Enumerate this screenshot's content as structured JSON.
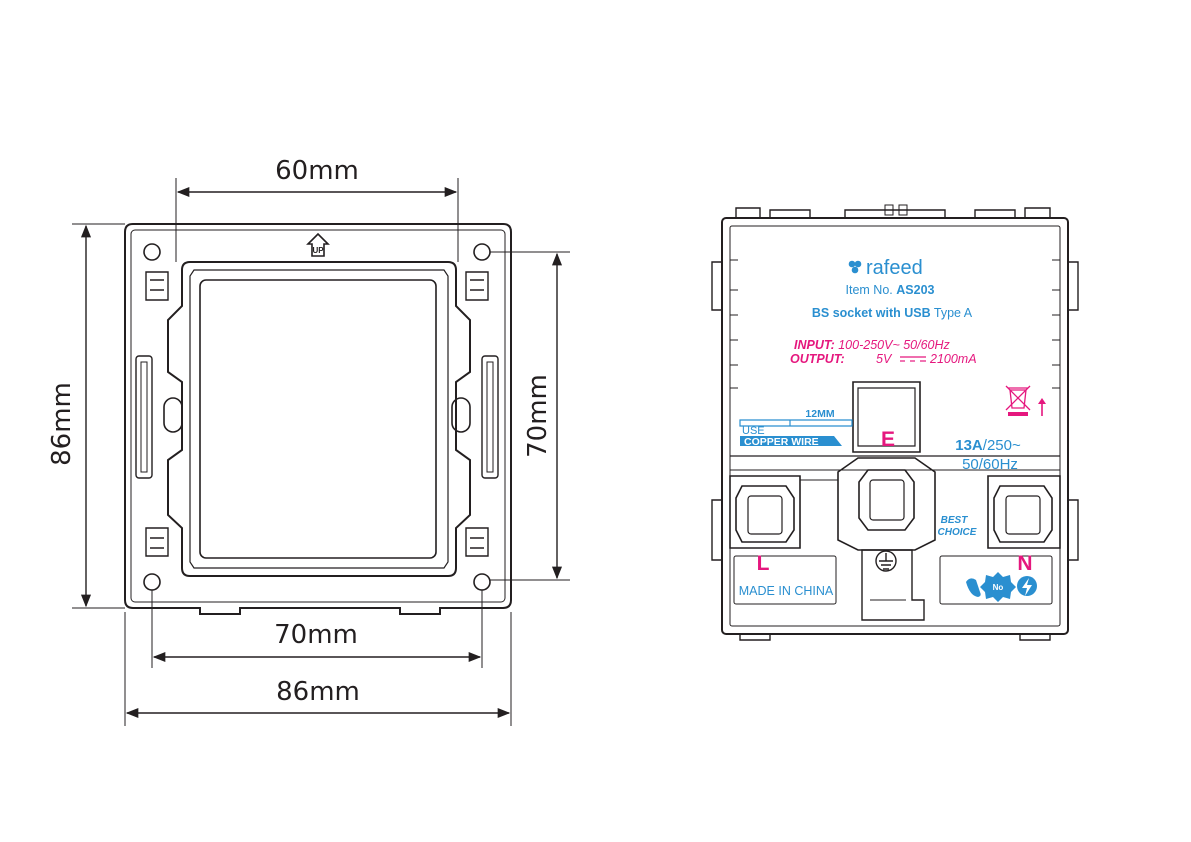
{
  "dimensions": {
    "top_width": "60mm",
    "left_height": "86mm",
    "right_height": "70mm",
    "bottom_inner": "70mm",
    "bottom_outer": "86mm"
  },
  "frame": {
    "up_mark": "UP"
  },
  "socket": {
    "brand": "rafeed",
    "item_prefix": "Item No.",
    "item_no": "AS203",
    "desc_bold": "BS socket with USB",
    "desc_type": "Type A",
    "input_label": "INPUT:",
    "input_value": "100-250V~  50/60Hz",
    "output_label": "OUTPUT:",
    "output_voltage": "5V",
    "output_current": "2100mA",
    "wire_strip": "12MM",
    "use_label": "USE",
    "copper_wire": "COPPER WIRE",
    "earth": "E",
    "live": "L",
    "neutral": "N",
    "rating_bold": "13A",
    "rating_rest": "/250~",
    "rating_freq": "50/60Hz",
    "best": "BEST",
    "choice": "CHOICE",
    "made_in": "MADE IN CHINA",
    "no_badge": "No"
  },
  "colors": {
    "line": "#231f20",
    "blue": "#2a8fd0",
    "pink": "#e5177e"
  }
}
